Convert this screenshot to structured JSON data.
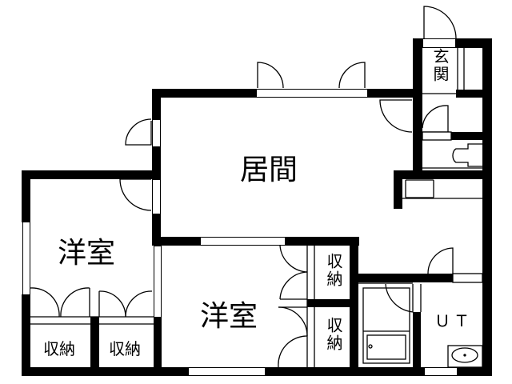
{
  "floor_plan": {
    "rooms": [
      {
        "id": "living",
        "label": "居間"
      },
      {
        "id": "western-room-left",
        "label": "洋室"
      },
      {
        "id": "western-room-center",
        "label": "洋室"
      },
      {
        "id": "entrance",
        "label": "玄関"
      },
      {
        "id": "unit-bath",
        "label": "ＵＴ"
      }
    ],
    "storage": [
      {
        "id": "closet-left-1",
        "label": "収納"
      },
      {
        "id": "closet-left-2",
        "label": "収納"
      },
      {
        "id": "closet-center-top",
        "label": "収納"
      },
      {
        "id": "closet-center-bottom",
        "label": "収納"
      }
    ],
    "fixtures": [
      "toilet-icon",
      "kitchen-sink-icon",
      "bathtub-icon",
      "washbasin-icon"
    ],
    "colors": {
      "wall": "#000000",
      "background": "#ffffff",
      "line": "#000000"
    }
  }
}
